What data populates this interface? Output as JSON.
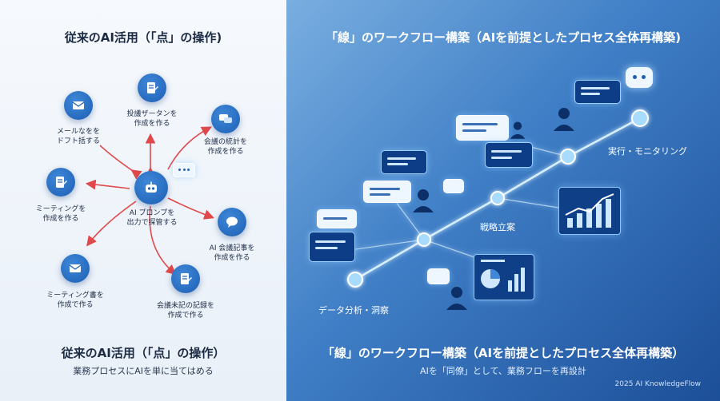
{
  "left": {
    "title": "従来のAI活用（「点」の操作)",
    "bottom_title": "従来のAI活用（「点」の操作）",
    "subtitle": "業務プロセスにAIを単に当てはめる",
    "center": {
      "label_line1": "AI プロンプを",
      "label_line2": "出力で探管する",
      "icon": "robot-icon"
    },
    "nodes": [
      {
        "label_line1": "投議ザータンを",
        "label_line2": "作成を作る",
        "icon": "document-edit-icon"
      },
      {
        "label_line1": "会議の統計を",
        "label_line2": "作成を作る",
        "icon": "chat-icon"
      },
      {
        "label_line1": "AI 会議記事を",
        "label_line2": "作成を作る",
        "icon": "chat-bubble-icon"
      },
      {
        "label_line1": "会議未記の記録を",
        "label_line2": "作成で作る",
        "icon": "document-edit-icon"
      },
      {
        "label_line1": "ミーティング書を",
        "label_line2": "作成で作る",
        "icon": "mail-icon"
      },
      {
        "label_line1": "ミーティングを",
        "label_line2": "作成を作る",
        "icon": "document-edit-icon"
      },
      {
        "label_line1": "メールなをを",
        "label_line2": "ドフト括する",
        "icon": "mail-icon"
      }
    ]
  },
  "right": {
    "title": "「線」のワークフロー構築（AIを前提としたプロセス全体再構築)",
    "bottom_title": "「線」のワークフロー構築（AIを前提としたプロセス全体再構築）",
    "subtitle": "AIを「同僚」として、業務フローを再設計",
    "stages": [
      "データ分析・洞察",
      "戦略立案",
      "実行・モニタリング"
    ],
    "copyright": "2025 AI KnowledgeFlow"
  },
  "colors": {
    "left_bg": "#eef3f9",
    "right_bg": "#2f6cb8",
    "node_blue": "#1f63b8",
    "arrow_red": "#e0484a",
    "glow": "#bfe4ff"
  }
}
